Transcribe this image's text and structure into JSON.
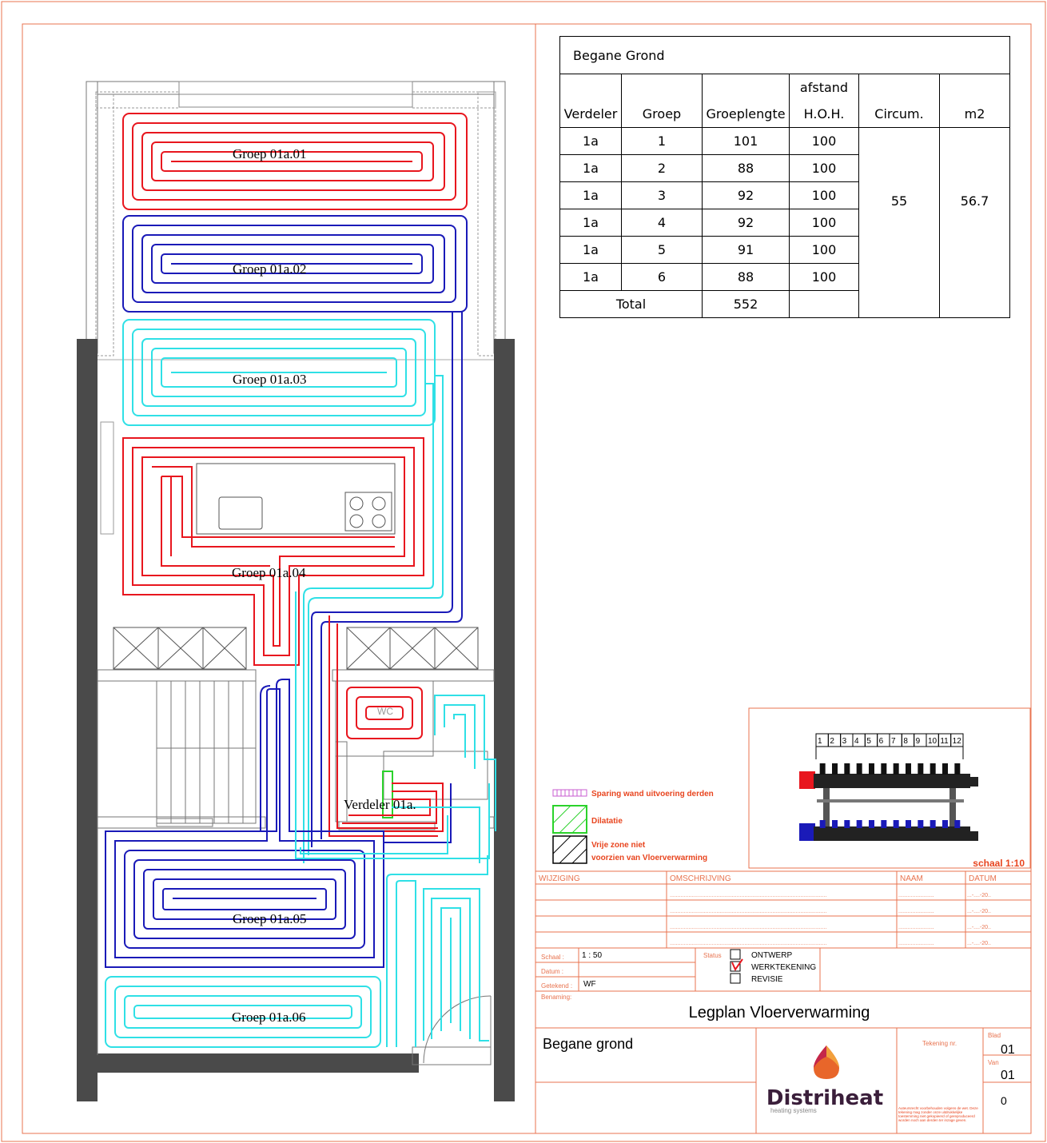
{
  "floor_labels": {
    "g1": "Groep 01a.01",
    "g2": "Groep 01a.02",
    "g3": "Groep 01a.03",
    "g4": "Groep 01a.04",
    "g5": "Groep 01a.05",
    "g6": "Groep 01a.06",
    "manifold": "Verdeler 01a.",
    "wc": "WC"
  },
  "colors": {
    "red": "#e8161e",
    "blue": "#1a1ab8",
    "cyan": "#2fe0e6",
    "border": "#e8734f",
    "wall": "#4a4a4a"
  },
  "table": {
    "title": "Begane Grond",
    "headers_top": [
      "",
      "",
      "",
      "afstand",
      "",
      ""
    ],
    "headers": [
      "Verdeler",
      "Groep",
      "Groeplengte",
      "H.O.H.",
      "Circum.",
      "m2"
    ],
    "rows": [
      {
        "verdeler": "1a",
        "groep": "1",
        "lengte": "101",
        "hoh": "100"
      },
      {
        "verdeler": "1a",
        "groep": "2",
        "lengte": "88",
        "hoh": "100"
      },
      {
        "verdeler": "1a",
        "groep": "3",
        "lengte": "92",
        "hoh": "100"
      },
      {
        "verdeler": "1a",
        "groep": "4",
        "lengte": "92",
        "hoh": "100"
      },
      {
        "verdeler": "1a",
        "groep": "5",
        "lengte": "91",
        "hoh": "100"
      },
      {
        "verdeler": "1a",
        "groep": "6",
        "lengte": "88",
        "hoh": "100"
      }
    ],
    "circum": "55",
    "m2": "56.7",
    "total_label": "Total",
    "total_value": "552"
  },
  "legend": {
    "sparing": "Sparing wand uitvoering derden",
    "dilatatie": "Dilatatie",
    "vrije1": "Vrije zone niet",
    "vrije2": "voorzien van Vloerverwarming"
  },
  "manifold_ports": [
    "1",
    "2",
    "3",
    "4",
    "5",
    "6",
    "7",
    "8",
    "9",
    "10",
    "11",
    "12"
  ],
  "scale_label": "schaal 1:10",
  "titleblock": {
    "wijziging": "WIJZIGING",
    "omschrijving": "OMSCHRIJVING",
    "naam": "NAAM",
    "datum": "DATUM",
    "date_placeholder": "...-....-20..",
    "schaal_label": "Schaal :",
    "schaal_value": "1 : 50",
    "datum_label": "Datum :",
    "getekend_label": "Getekend :",
    "getekend_value": "WF",
    "benaming_label": "Benaming:",
    "status_label": "Status",
    "status_options": [
      "ONTWERP",
      "WERKTEKENING",
      "REVISIE"
    ],
    "status_checked": "WERKTEKENING",
    "title": "Legplan Vloerverwarming",
    "subtitle": "Begane grond",
    "tekening_label": "Tekening nr.",
    "blad_label": "Blad",
    "blad_value": "01",
    "van_label": "Van",
    "van_value": "01",
    "rev_value": "0",
    "brand": "Distriheat",
    "brand_sub": "heating systems",
    "disclaimer": "Auteursrecht voorbehouden volgens de wet. Deze tekening mag zonder onze uitdrukkelijke toestemming niet gekopieerd of gereproduceerd worden noch aan derden ter inzage geven."
  }
}
